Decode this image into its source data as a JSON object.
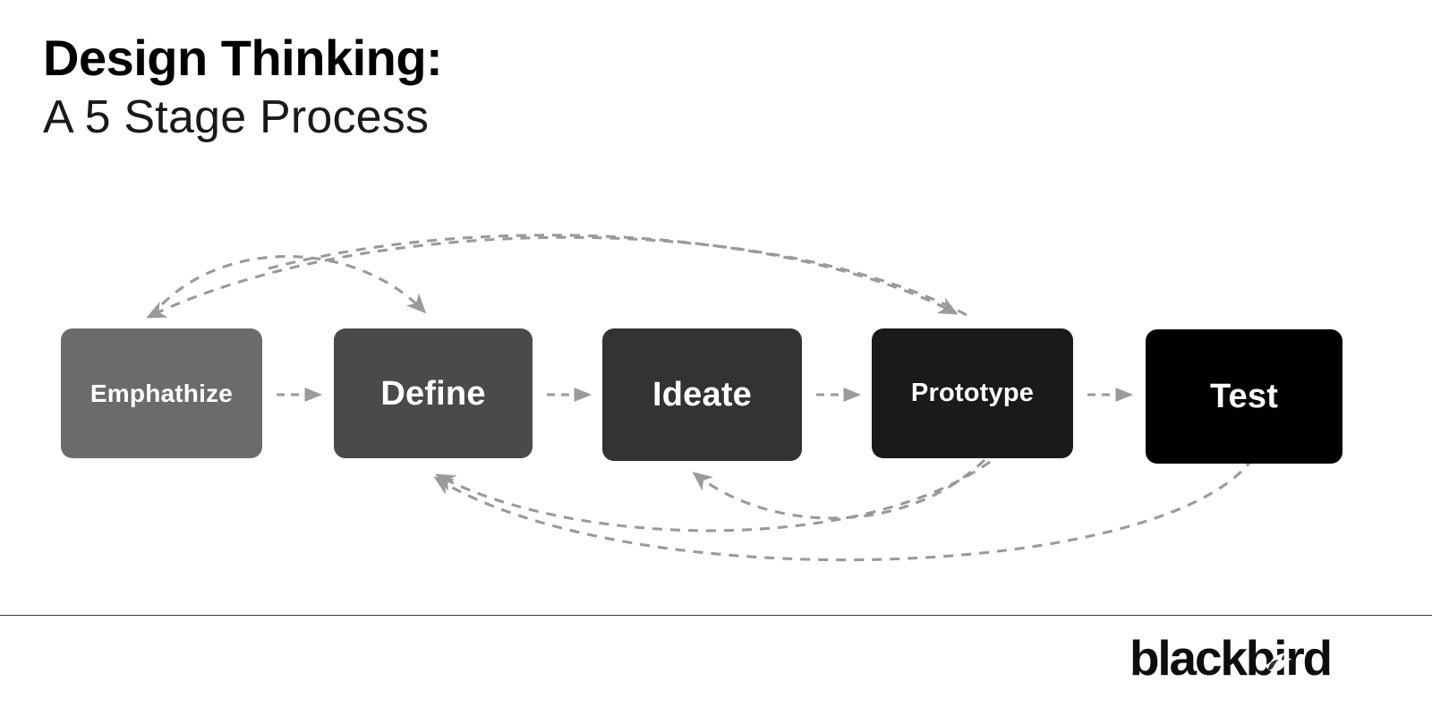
{
  "slide": {
    "title_main": "Design Thinking:",
    "title_sub": "A 5 Stage Process",
    "background_color": "#ffffff",
    "divider_color": "#3a3a42"
  },
  "diagram": {
    "type": "process-flow",
    "orientation": "horizontal",
    "arrow_color": "#9a9a9a",
    "arrow_style": "dashed",
    "stages": [
      {
        "index": 1,
        "label": "Emphathize",
        "color": "#6b6b6b",
        "text_color": "#ffffff"
      },
      {
        "index": 2,
        "label": "Define",
        "color": "#4a4a4a",
        "text_color": "#ffffff"
      },
      {
        "index": 3,
        "label": "Ideate",
        "color": "#333333",
        "text_color": "#ffffff"
      },
      {
        "index": 4,
        "label": "Prototype",
        "color": "#1a1a1a",
        "text_color": "#ffffff"
      },
      {
        "index": 5,
        "label": "Test",
        "color": "#000000",
        "text_color": "#ffffff"
      }
    ],
    "forward_connectors": [
      {
        "from": "Emphathize",
        "to": "Define"
      },
      {
        "from": "Define",
        "to": "Ideate"
      },
      {
        "from": "Ideate",
        "to": "Prototype"
      },
      {
        "from": "Prototype",
        "to": "Test"
      }
    ],
    "feedback_loops": [
      {
        "from": "Emphathize",
        "to": "Define",
        "side": "top"
      },
      {
        "from": "Prototype",
        "to": "Emphathize",
        "side": "top"
      },
      {
        "from": "Ideate",
        "to": "Prototype",
        "side": "top"
      },
      {
        "from": "Prototype",
        "to": "Define",
        "side": "bottom"
      },
      {
        "from": "Prototype",
        "to": "Ideate",
        "side": "bottom"
      },
      {
        "from": "Test",
        "to": "Define",
        "side": "bottom"
      }
    ]
  },
  "branding": {
    "logo_text": "blackbird",
    "logo_color": "#0d0d0d",
    "logo_mark": "bird-glyph"
  }
}
